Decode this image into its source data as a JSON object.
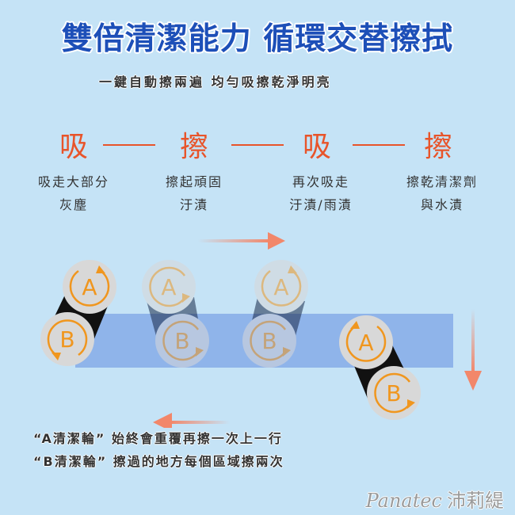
{
  "title": "雙倍清潔能力 循環交替擦拭",
  "subtitle": "一鍵自動擦兩遍 均勻吸擦乾淨明亮",
  "steps": [
    {
      "label": "吸",
      "desc1": "吸走大部分",
      "desc2": "灰塵"
    },
    {
      "label": "擦",
      "desc1": "擦起頑固",
      "desc2": "汙漬"
    },
    {
      "label": "吸",
      "desc1": "再次吸走",
      "desc2": "汙漬/雨漬"
    },
    {
      "label": "擦",
      "desc1": "擦乾清潔劑",
      "desc2": "與水漬"
    }
  ],
  "wheels": {
    "a": "A",
    "b": "B"
  },
  "notes": [
    "“A清潔輪” 始終會重覆再擦一次上一行",
    "“B清潔輪” 擦過的地方每個區域擦兩次"
  ],
  "logo": {
    "brand": "Panatec",
    "chinese": "沛莉緹"
  },
  "colors": {
    "background": "#c5e3f6",
    "title": "#1d4fb8",
    "accent": "#e8542a",
    "wheel_icon": "#f0961e",
    "band": "#8fb4ea"
  }
}
